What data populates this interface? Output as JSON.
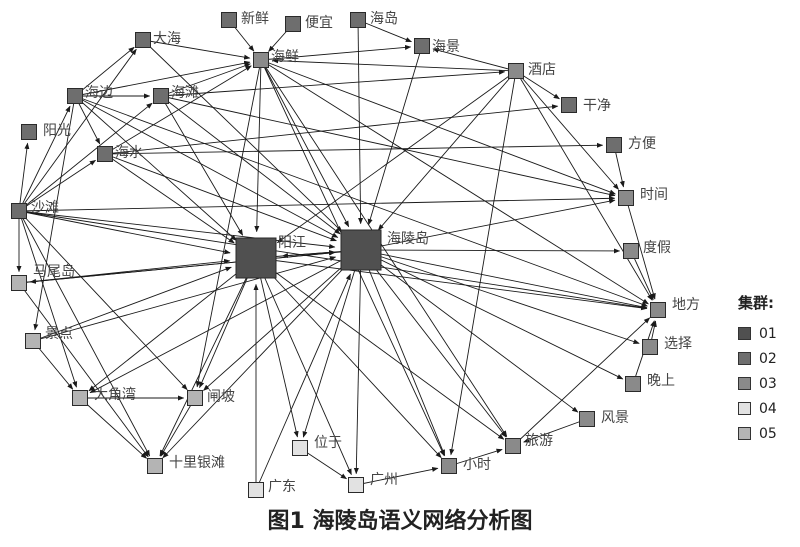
{
  "caption": "图1 海陵岛语义网络分析图",
  "legend": {
    "title": "集群:",
    "items": [
      {
        "label": "01",
        "color": "#505050"
      },
      {
        "label": "02",
        "color": "#6e6e6e"
      },
      {
        "label": "03",
        "color": "#8a8a8a"
      },
      {
        "label": "04",
        "color": "#e2e2e2"
      },
      {
        "label": "05",
        "color": "#b4b4b4"
      }
    ]
  },
  "nodes": [
    {
      "id": "yangjiang",
      "label": "阳江",
      "cluster": "01",
      "size": "large"
    },
    {
      "id": "hailingdao",
      "label": "海陵岛",
      "cluster": "01",
      "size": "large"
    },
    {
      "id": "xinxian",
      "label": "新鲜",
      "cluster": "02",
      "size": "small"
    },
    {
      "id": "pianyi",
      "label": "便宜",
      "cluster": "02",
      "size": "small"
    },
    {
      "id": "haidao",
      "label": "海岛",
      "cluster": "02",
      "size": "small"
    },
    {
      "id": "dahai",
      "label": "大海",
      "cluster": "02",
      "size": "small"
    },
    {
      "id": "haixian",
      "label": "海鲜",
      "cluster": "03",
      "size": "small"
    },
    {
      "id": "haijing",
      "label": "海景",
      "cluster": "02",
      "size": "small"
    },
    {
      "id": "jiudian",
      "label": "酒店",
      "cluster": "03",
      "size": "small"
    },
    {
      "id": "haibian",
      "label": "海边",
      "cluster": "02",
      "size": "small"
    },
    {
      "id": "haitan",
      "label": "海滩",
      "cluster": "02",
      "size": "small"
    },
    {
      "id": "ganjing",
      "label": "干净",
      "cluster": "02",
      "size": "small"
    },
    {
      "id": "yangguang",
      "label": "阳光",
      "cluster": "02",
      "size": "small"
    },
    {
      "id": "haishui",
      "label": "海水",
      "cluster": "02",
      "size": "small"
    },
    {
      "id": "fangbian",
      "label": "方便",
      "cluster": "02",
      "size": "small"
    },
    {
      "id": "shatan",
      "label": "沙滩",
      "cluster": "02",
      "size": "small"
    },
    {
      "id": "shijian",
      "label": "时间",
      "cluster": "03",
      "size": "small"
    },
    {
      "id": "dujia",
      "label": "度假",
      "cluster": "03",
      "size": "small"
    },
    {
      "id": "maweidao",
      "label": "马尾岛",
      "cluster": "05",
      "size": "small"
    },
    {
      "id": "difang",
      "label": "地方",
      "cluster": "03",
      "size": "small"
    },
    {
      "id": "jingdian",
      "label": "景点",
      "cluster": "05",
      "size": "small"
    },
    {
      "id": "xuanze",
      "label": "选择",
      "cluster": "03",
      "size": "small"
    },
    {
      "id": "wanshang",
      "label": "晚上",
      "cluster": "03",
      "size": "small"
    },
    {
      "id": "dajiaowan",
      "label": "大角湾",
      "cluster": "05",
      "size": "small"
    },
    {
      "id": "zhapo",
      "label": "闸坡",
      "cluster": "05",
      "size": "small"
    },
    {
      "id": "fengjing",
      "label": "风景",
      "cluster": "03",
      "size": "small"
    },
    {
      "id": "weiyu",
      "label": "位于",
      "cluster": "04",
      "size": "small"
    },
    {
      "id": "lvyou",
      "label": "旅游",
      "cluster": "03",
      "size": "small"
    },
    {
      "id": "shilijintan",
      "label": "十里银滩",
      "cluster": "05",
      "size": "small"
    },
    {
      "id": "xiaoshi",
      "label": "小时",
      "cluster": "03",
      "size": "small"
    },
    {
      "id": "guangdong",
      "label": "广东",
      "cluster": "04",
      "size": "small"
    },
    {
      "id": "guangzhou",
      "label": "广州",
      "cluster": "04",
      "size": "small"
    }
  ],
  "edges": [
    [
      "xinxian",
      "haixian"
    ],
    [
      "pianyi",
      "haixian"
    ],
    [
      "haidao",
      "haijing"
    ],
    [
      "dahai",
      "haixian"
    ],
    [
      "haixian",
      "haijing"
    ],
    [
      "jiudian",
      "haixian"
    ],
    [
      "jiudian",
      "haijing"
    ],
    [
      "jiudian",
      "ganjing"
    ],
    [
      "haibian",
      "dahai"
    ],
    [
      "haibian",
      "haixian"
    ],
    [
      "haibian",
      "haitan"
    ],
    [
      "haibian",
      "haishui"
    ],
    [
      "haitan",
      "haixian"
    ],
    [
      "haitan",
      "jiudian"
    ],
    [
      "haishui",
      "haixian"
    ],
    [
      "haishui",
      "ganjing"
    ],
    [
      "shatan",
      "yangguang"
    ],
    [
      "shatan",
      "haibian"
    ],
    [
      "shatan",
      "haitan"
    ],
    [
      "shatan",
      "haishui"
    ],
    [
      "shatan",
      "dahai"
    ],
    [
      "shatan",
      "yangjiang"
    ],
    [
      "shatan",
      "hailingdao"
    ],
    [
      "shatan",
      "shijian"
    ],
    [
      "shatan",
      "dajiaowan"
    ],
    [
      "shatan",
      "zhapo"
    ],
    [
      "shatan",
      "shilijintan"
    ],
    [
      "shatan",
      "difang"
    ],
    [
      "haixian",
      "yangjiang"
    ],
    [
      "haixian",
      "hailingdao"
    ],
    [
      "haixian",
      "shijian"
    ],
    [
      "haixian",
      "difang"
    ],
    [
      "haixian",
      "zhapo"
    ],
    [
      "haixian",
      "xiaoshi"
    ],
    [
      "haixian",
      "lvyou"
    ],
    [
      "jiudian",
      "yangjiang"
    ],
    [
      "jiudian",
      "hailingdao"
    ],
    [
      "jiudian",
      "shijian"
    ],
    [
      "jiudian",
      "difang"
    ],
    [
      "jiudian",
      "xiaoshi"
    ],
    [
      "haitan",
      "yangjiang"
    ],
    [
      "haitan",
      "hailingdao"
    ],
    [
      "haitan",
      "shijian"
    ],
    [
      "haibian",
      "yangjiang"
    ],
    [
      "haibian",
      "hailingdao"
    ],
    [
      "haibian",
      "difang"
    ],
    [
      "haishui",
      "yangjiang"
    ],
    [
      "haishui",
      "hailingdao"
    ],
    [
      "haishui",
      "fangbian"
    ],
    [
      "dahai",
      "hailingdao"
    ],
    [
      "haijing",
      "hailingdao"
    ],
    [
      "haidao",
      "hailingdao"
    ],
    [
      "yangjiang",
      "hailingdao"
    ],
    [
      "hailingdao",
      "yangjiang"
    ],
    [
      "hailingdao",
      "shijian"
    ],
    [
      "hailingdao",
      "dujia"
    ],
    [
      "hailingdao",
      "difang"
    ],
    [
      "hailingdao",
      "xuanze"
    ],
    [
      "hailingdao",
      "wanshang"
    ],
    [
      "hailingdao",
      "fengjing"
    ],
    [
      "hailingdao",
      "lvyou"
    ],
    [
      "hailingdao",
      "xiaoshi"
    ],
    [
      "hailingdao",
      "guangzhou"
    ],
    [
      "hailingdao",
      "weiyu"
    ],
    [
      "hailingdao",
      "zhapo"
    ],
    [
      "hailingdao",
      "dajiaowan"
    ],
    [
      "hailingdao",
      "shilijintan"
    ],
    [
      "hailingdao",
      "maweidao"
    ],
    [
      "yangjiang",
      "lvyou"
    ],
    [
      "yangjiang",
      "xiaoshi"
    ],
    [
      "yangjiang",
      "difang"
    ],
    [
      "yangjiang",
      "weiyu"
    ],
    [
      "yangjiang",
      "zhapo"
    ],
    [
      "yangjiang",
      "dajiaowan"
    ],
    [
      "yangjiang",
      "shilijintan"
    ],
    [
      "yangjiang",
      "guangzhou"
    ],
    [
      "maweidao",
      "yangjiang"
    ],
    [
      "maweidao",
      "hailingdao"
    ],
    [
      "jingdian",
      "yangjiang"
    ],
    [
      "jingdian",
      "dajiaowan"
    ],
    [
      "jingdian",
      "hailingdao"
    ],
    [
      "guangdong",
      "yangjiang"
    ],
    [
      "guangdong",
      "hailingdao"
    ],
    [
      "dajiaowan",
      "zhapo"
    ],
    [
      "dajiaowan",
      "shilijintan"
    ],
    [
      "zhapo",
      "shilijintan"
    ],
    [
      "maweidao",
      "shilijintan"
    ],
    [
      "weiyu",
      "guangzhou"
    ],
    [
      "guangzhou",
      "xiaoshi"
    ],
    [
      "fengjing",
      "lvyou"
    ],
    [
      "wanshang",
      "difang"
    ],
    [
      "dujia",
      "difang"
    ],
    [
      "shijian",
      "difang"
    ],
    [
      "fangbian",
      "shijian"
    ],
    [
      "xuanze",
      "difang"
    ],
    [
      "lvyou",
      "difang"
    ],
    [
      "xiaoshi",
      "lvyou"
    ],
    [
      "shatan",
      "maweidao"
    ],
    [
      "haibian",
      "jingdian"
    ]
  ]
}
